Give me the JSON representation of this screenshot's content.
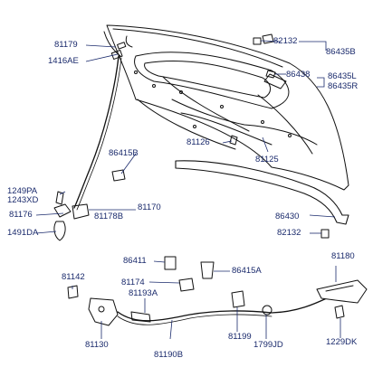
{
  "diagram": {
    "labels": {
      "p81179": "81179",
      "p1416AE": "1416AE",
      "p82132_top": "82132",
      "p86435B": "86435B",
      "p86438": "86438",
      "p86435L": "86435L",
      "p86435R": "86435R",
      "p86415B": "86415B",
      "p81126": "81126",
      "p81125": "81125",
      "p1249PA": "1249PA",
      "p1243XD": "1243XD",
      "p81176": "81176",
      "p81178B": "81178B",
      "p81170": "81170",
      "p1491DA": "1491DA",
      "p86430": "86430",
      "p82132_bottom": "82132",
      "p86411": "86411",
      "p86415A": "86415A",
      "p81180": "81180",
      "p81142": "81142",
      "p81174": "81174",
      "p81193A": "81193A",
      "p81130": "81130",
      "p81190B": "81190B",
      "p81199": "81199",
      "p1799JD": "1799JD",
      "p1229DK": "1229DK"
    },
    "colors": {
      "label_text": "#1a2a6c",
      "line_art": "#111111",
      "leader_lines": "#1a2a6c",
      "panel_fill": "#ffffff"
    }
  }
}
